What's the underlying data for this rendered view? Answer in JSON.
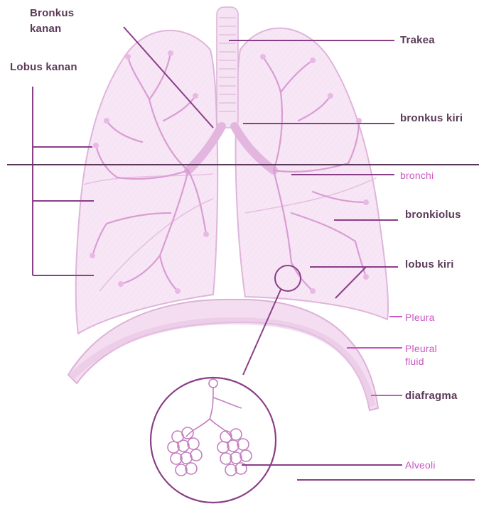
{
  "labels": {
    "bronkus_kanan_line1": "Bronkus",
    "bronkus_kanan_line2": "kanan",
    "lobus_kanan": "Lobus kanan",
    "trakea": "Trakea",
    "bronkus_kiri": "bronkus kiri",
    "bronchi": "bronchi",
    "bronkiolus": "bronkiolus",
    "lobus_kiri": "lobus kiri",
    "pleura": "Pleura",
    "pleural_fluid_line1": "Pleural",
    "pleural_fluid_line2": "fluid",
    "diafragma": "diafragma",
    "alveoli": "Alveoli"
  },
  "colors": {
    "dark_label": "#5a3a58",
    "leader_line": "#8a3e88",
    "pink_label": "#c956c1",
    "lung_fill": "#f6e4f3",
    "lung_outline": "#e2b9dd",
    "branch": "#d79bd2",
    "alveoli_stroke": "#c47fc0"
  }
}
